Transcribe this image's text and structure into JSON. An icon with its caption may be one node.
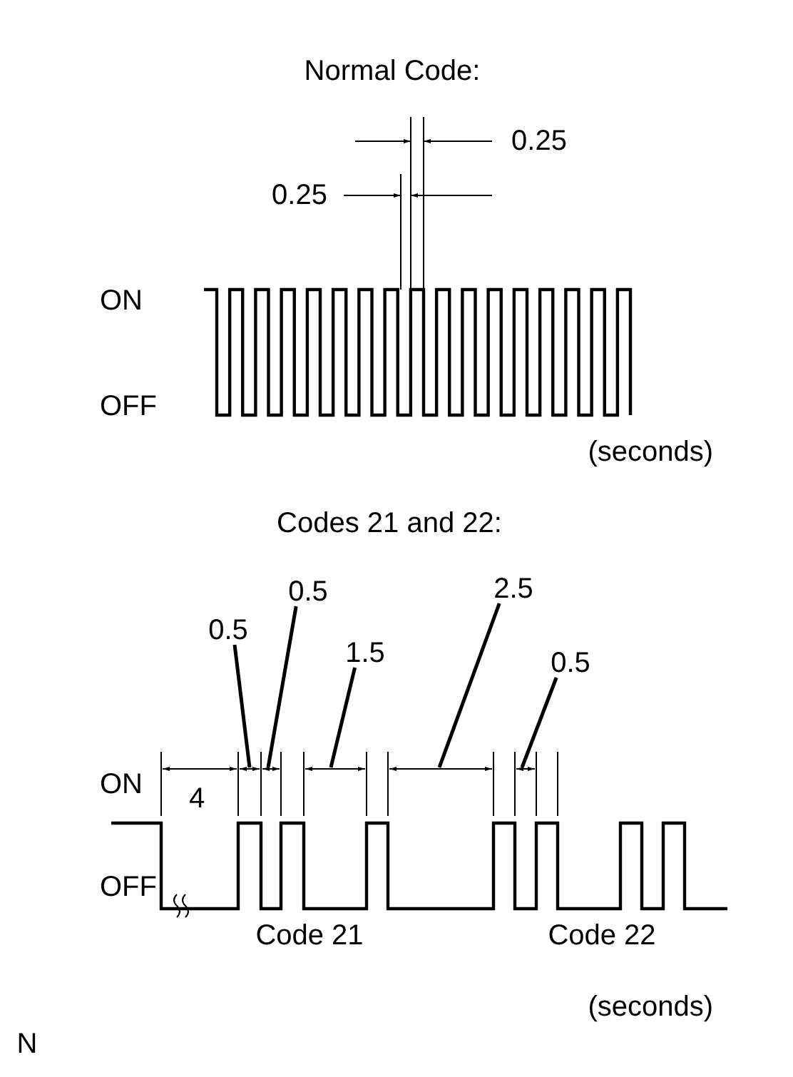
{
  "diagram": {
    "nodes": [
      {
        "text": [
          "0.5"
        ]
      },
      {
        "text": [
          "0.5"
        ]
      },
      {
        "text": [
          "1.5"
        ]
      },
      {
        "text": [
          "2.5"
        ]
      },
      {
        "text": [
          "0.5"
        ]
      }
    ],
    "edges": [
      {
        "from": 0,
        "to": null,
        "arrow": "none"
      },
      {
        "from": 1,
        "to": null,
        "arrow": "none"
      },
      {
        "from": 2,
        "to": null,
        "arrow": "none"
      },
      {
        "from": 3,
        "to": null,
        "arrow": "none"
      },
      {
        "from": 4,
        "to": null,
        "arrow": "none"
      }
    ],
    "labels": [
      "Normal Code:",
      "0.25",
      "0.25",
      "ON",
      "OFF",
      "(seconds)",
      "Codes 21 and 22:",
      "4",
      "ON",
      "OFF",
      "Code 21",
      "Code 22",
      "(seconds)",
      "N"
    ]
  }
}
